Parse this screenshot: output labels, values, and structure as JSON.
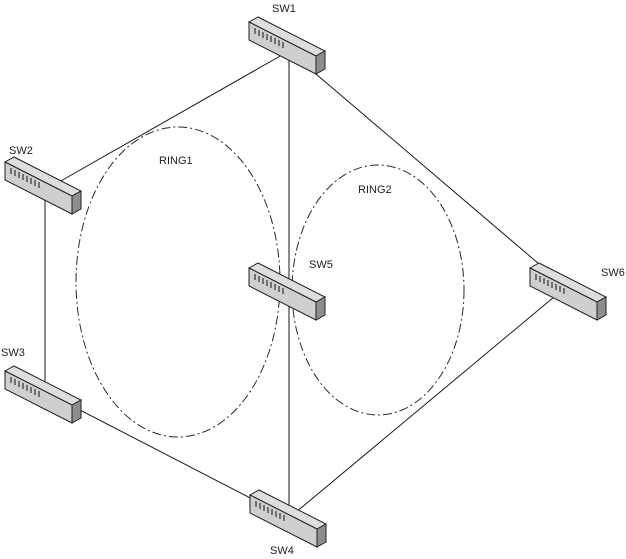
{
  "diagram": {
    "switches": [
      {
        "id": "sw1",
        "label": "SW1"
      },
      {
        "id": "sw2",
        "label": "SW2"
      },
      {
        "id": "sw3",
        "label": "SW3"
      },
      {
        "id": "sw4",
        "label": "SW4"
      },
      {
        "id": "sw5",
        "label": "SW5"
      },
      {
        "id": "sw6",
        "label": "SW6"
      }
    ],
    "rings": [
      {
        "id": "ring1",
        "label": "RING1"
      },
      {
        "id": "ring2",
        "label": "RING2"
      }
    ],
    "links": [
      {
        "from": "sw1",
        "to": "sw2"
      },
      {
        "from": "sw1",
        "to": "sw6"
      },
      {
        "from": "sw1",
        "to": "sw4"
      },
      {
        "from": "sw2",
        "to": "sw3"
      },
      {
        "from": "sw3",
        "to": "sw4"
      },
      {
        "from": "sw4",
        "to": "sw6"
      }
    ],
    "colors": {
      "line": "#1a1a1a",
      "switch_body": "#cfcfcf",
      "switch_side": "#8e8e8e"
    }
  }
}
